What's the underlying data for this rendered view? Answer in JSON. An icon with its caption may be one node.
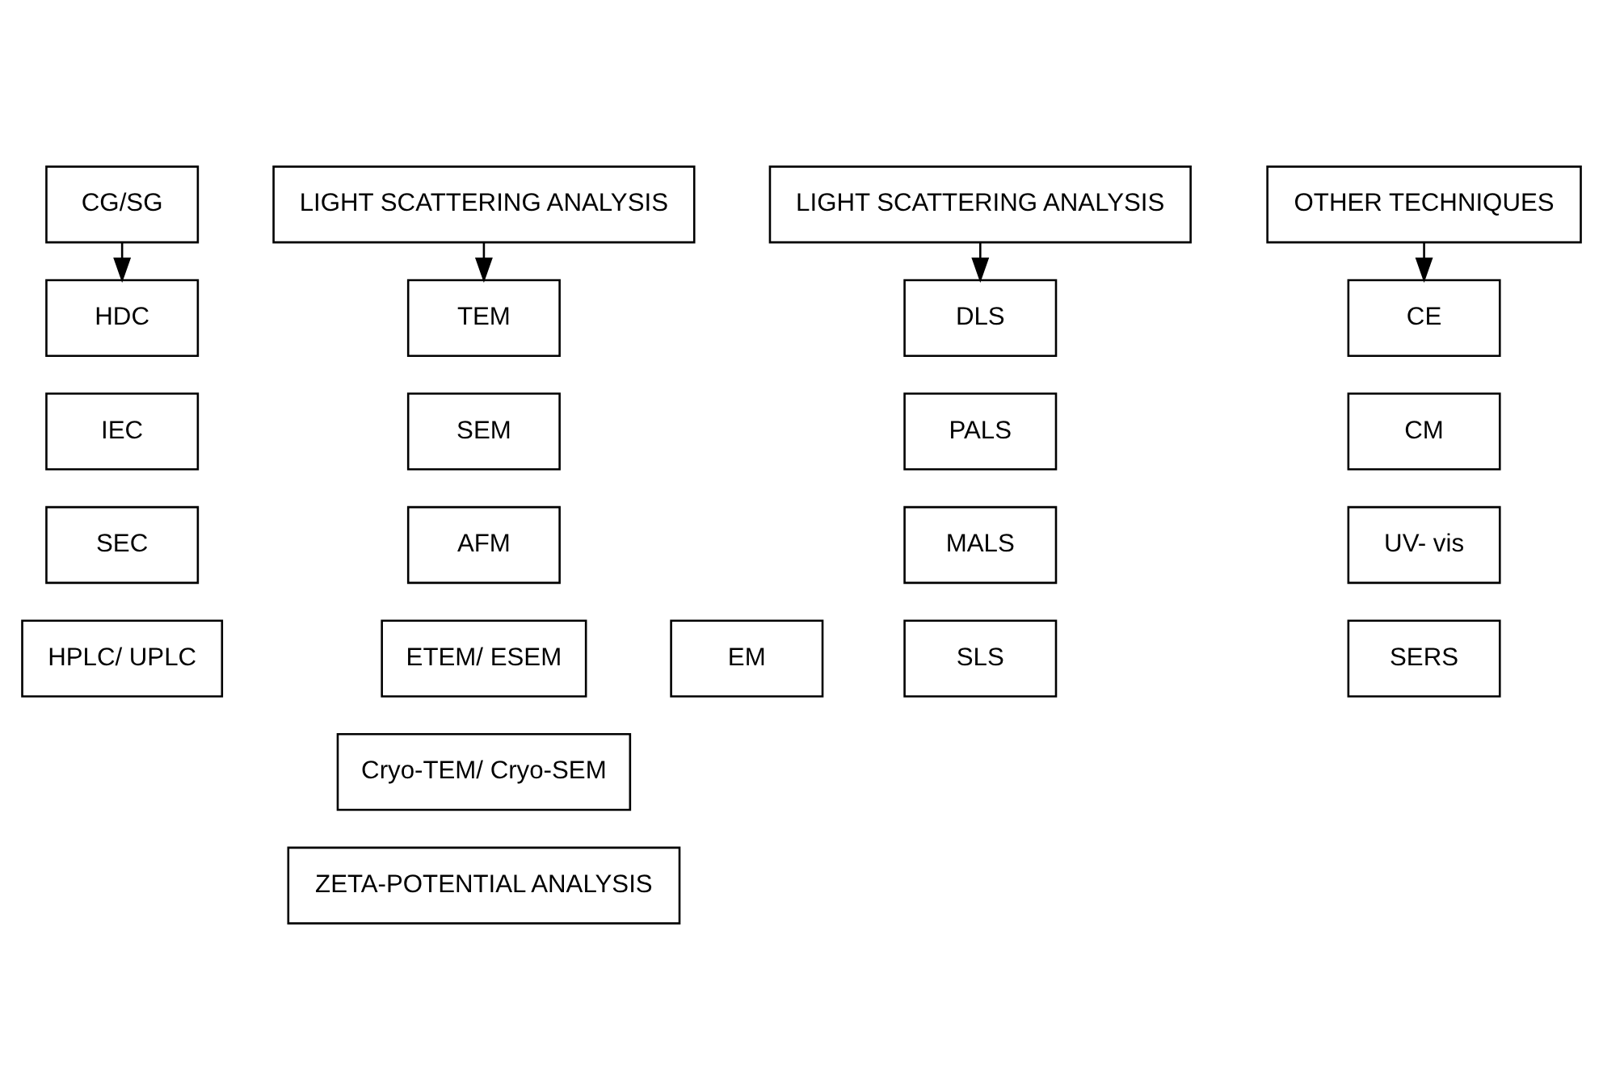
{
  "diagram": {
    "nodes": [
      {
        "text": [
          "CG/SG"
        ]
      },
      {
        "text": [
          "HDC"
        ]
      },
      {
        "text": [
          "IEC"
        ]
      },
      {
        "text": [
          "SEC"
        ]
      },
      {
        "text": [
          "HPLC/ UPLC"
        ]
      },
      {
        "text": [
          "LIGHT SCATTERING ANALYSIS"
        ]
      },
      {
        "text": [
          "EM"
        ]
      },
      {
        "text": [
          "TEM"
        ]
      },
      {
        "text": [
          "SEM"
        ]
      },
      {
        "text": [
          "AFM"
        ]
      },
      {
        "text": [
          "ETEM/ ESEM"
        ]
      },
      {
        "text": [
          "Cryo-TEM/ Cryo-SEM"
        ]
      },
      {
        "text": [
          "ZETA-POTENTIAL ANALYSIS"
        ]
      },
      {
        "text": [
          "LIGHT SCATTERING ANALYSIS"
        ]
      },
      {
        "text": [
          "DLS"
        ]
      },
      {
        "text": [
          "PALS"
        ]
      },
      {
        "text": [
          "MALS"
        ]
      },
      {
        "text": [
          "SLS"
        ]
      },
      {
        "text": [
          "OTHER TECHNIQUES"
        ]
      },
      {
        "text": [
          "CE"
        ]
      },
      {
        "text": [
          "CM"
        ]
      },
      {
        "text": [
          "UV- vis"
        ]
      },
      {
        "text": [
          "SERS"
        ]
      }
    ],
    "edges": [
      {
        "from": 0,
        "to": 1,
        "arrow": "to"
      },
      {
        "from": 5,
        "to": 7,
        "arrow": "to"
      },
      {
        "from": 13,
        "to": 14,
        "arrow": "to"
      },
      {
        "from": 18,
        "to": 19,
        "arrow": "to"
      }
    ]
  }
}
